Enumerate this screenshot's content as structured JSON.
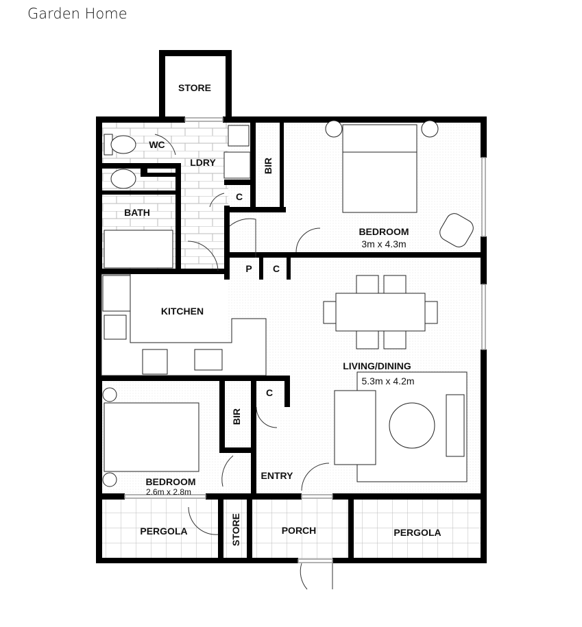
{
  "title": "Garden Home",
  "rooms": {
    "store_top": "STORE",
    "wc": "WC",
    "ldry": "LDRY",
    "bir_top": "BIR",
    "bath": "BATH",
    "c_top": "C",
    "bedroom1": "BEDROOM",
    "bedroom1_dim": "3m x 4.3m",
    "pantry": "P",
    "c_mid": "C",
    "kitchen": "KITCHEN",
    "living": "LIVING/DINING",
    "living_dim": "5.3m x 4.2m",
    "c_entry": "C",
    "bir_bottom": "BIR",
    "bedroom2": "BEDROOM",
    "bedroom2_dim": "2.6m x 2.8m",
    "entry": "ENTRY",
    "pergola_left": "PERGOLA",
    "store_bottom": "STORE",
    "porch": "PORCH",
    "pergola_right": "PERGOLA"
  },
  "colors": {
    "wall": "#000000",
    "floor_tile": "#cfcfcf",
    "background": "#ffffff"
  }
}
